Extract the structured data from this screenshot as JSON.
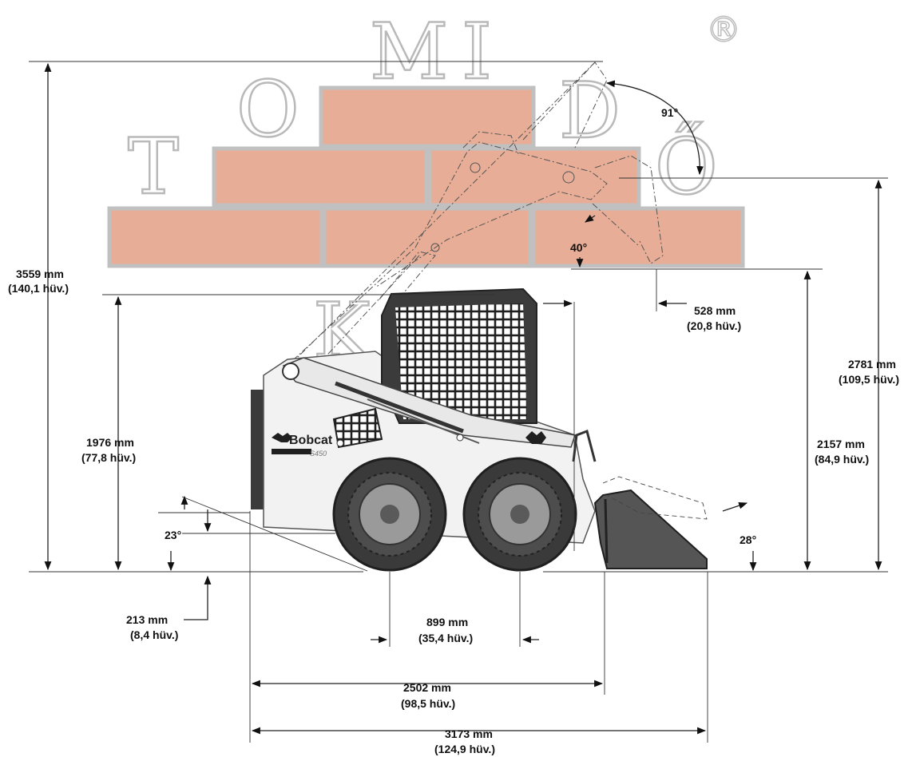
{
  "watermark": {
    "letters": [
      "M",
      "I",
      "T",
      "O",
      "D",
      "Ő",
      "K",
      "T"
    ],
    "registered": "®",
    "brick_color": "#e7ad96",
    "brick_border": "#bdbdbd"
  },
  "machine": {
    "brand": "Bobcat",
    "model": "S450",
    "body_color": "#f2f2f2",
    "tire_color": "#3a3a3a"
  },
  "dimensions": {
    "overall_height": {
      "mm": "3559 mm",
      "in": "(140,1 hüv.)"
    },
    "cab_height": {
      "mm": "1976 mm",
      "in": "(77,8 hüv.)"
    },
    "ground_clearance": {
      "mm": "213 mm",
      "in": "(8,4 hüv.)"
    },
    "wheelbase": {
      "mm": "899 mm",
      "in": "(35,4 hüv.)"
    },
    "length_no_bucket": {
      "mm": "2502 mm",
      "in": "(98,5 hüv.)"
    },
    "length_with_bucket": {
      "mm": "3173 mm",
      "in": "(124,9 hüv.)"
    },
    "dump_reach": {
      "mm": "528 mm",
      "in": "(20,8 hüv.)"
    },
    "dump_height": {
      "mm": "2157 mm",
      "in": "(84,9 hüv.)"
    },
    "hinge_pin_height": {
      "mm": "2781 mm",
      "in": "(109,5 hüv.)"
    }
  },
  "angles": {
    "departure": "23°",
    "rollback": "28°",
    "dump": "40°",
    "max_rollback": "91°"
  }
}
